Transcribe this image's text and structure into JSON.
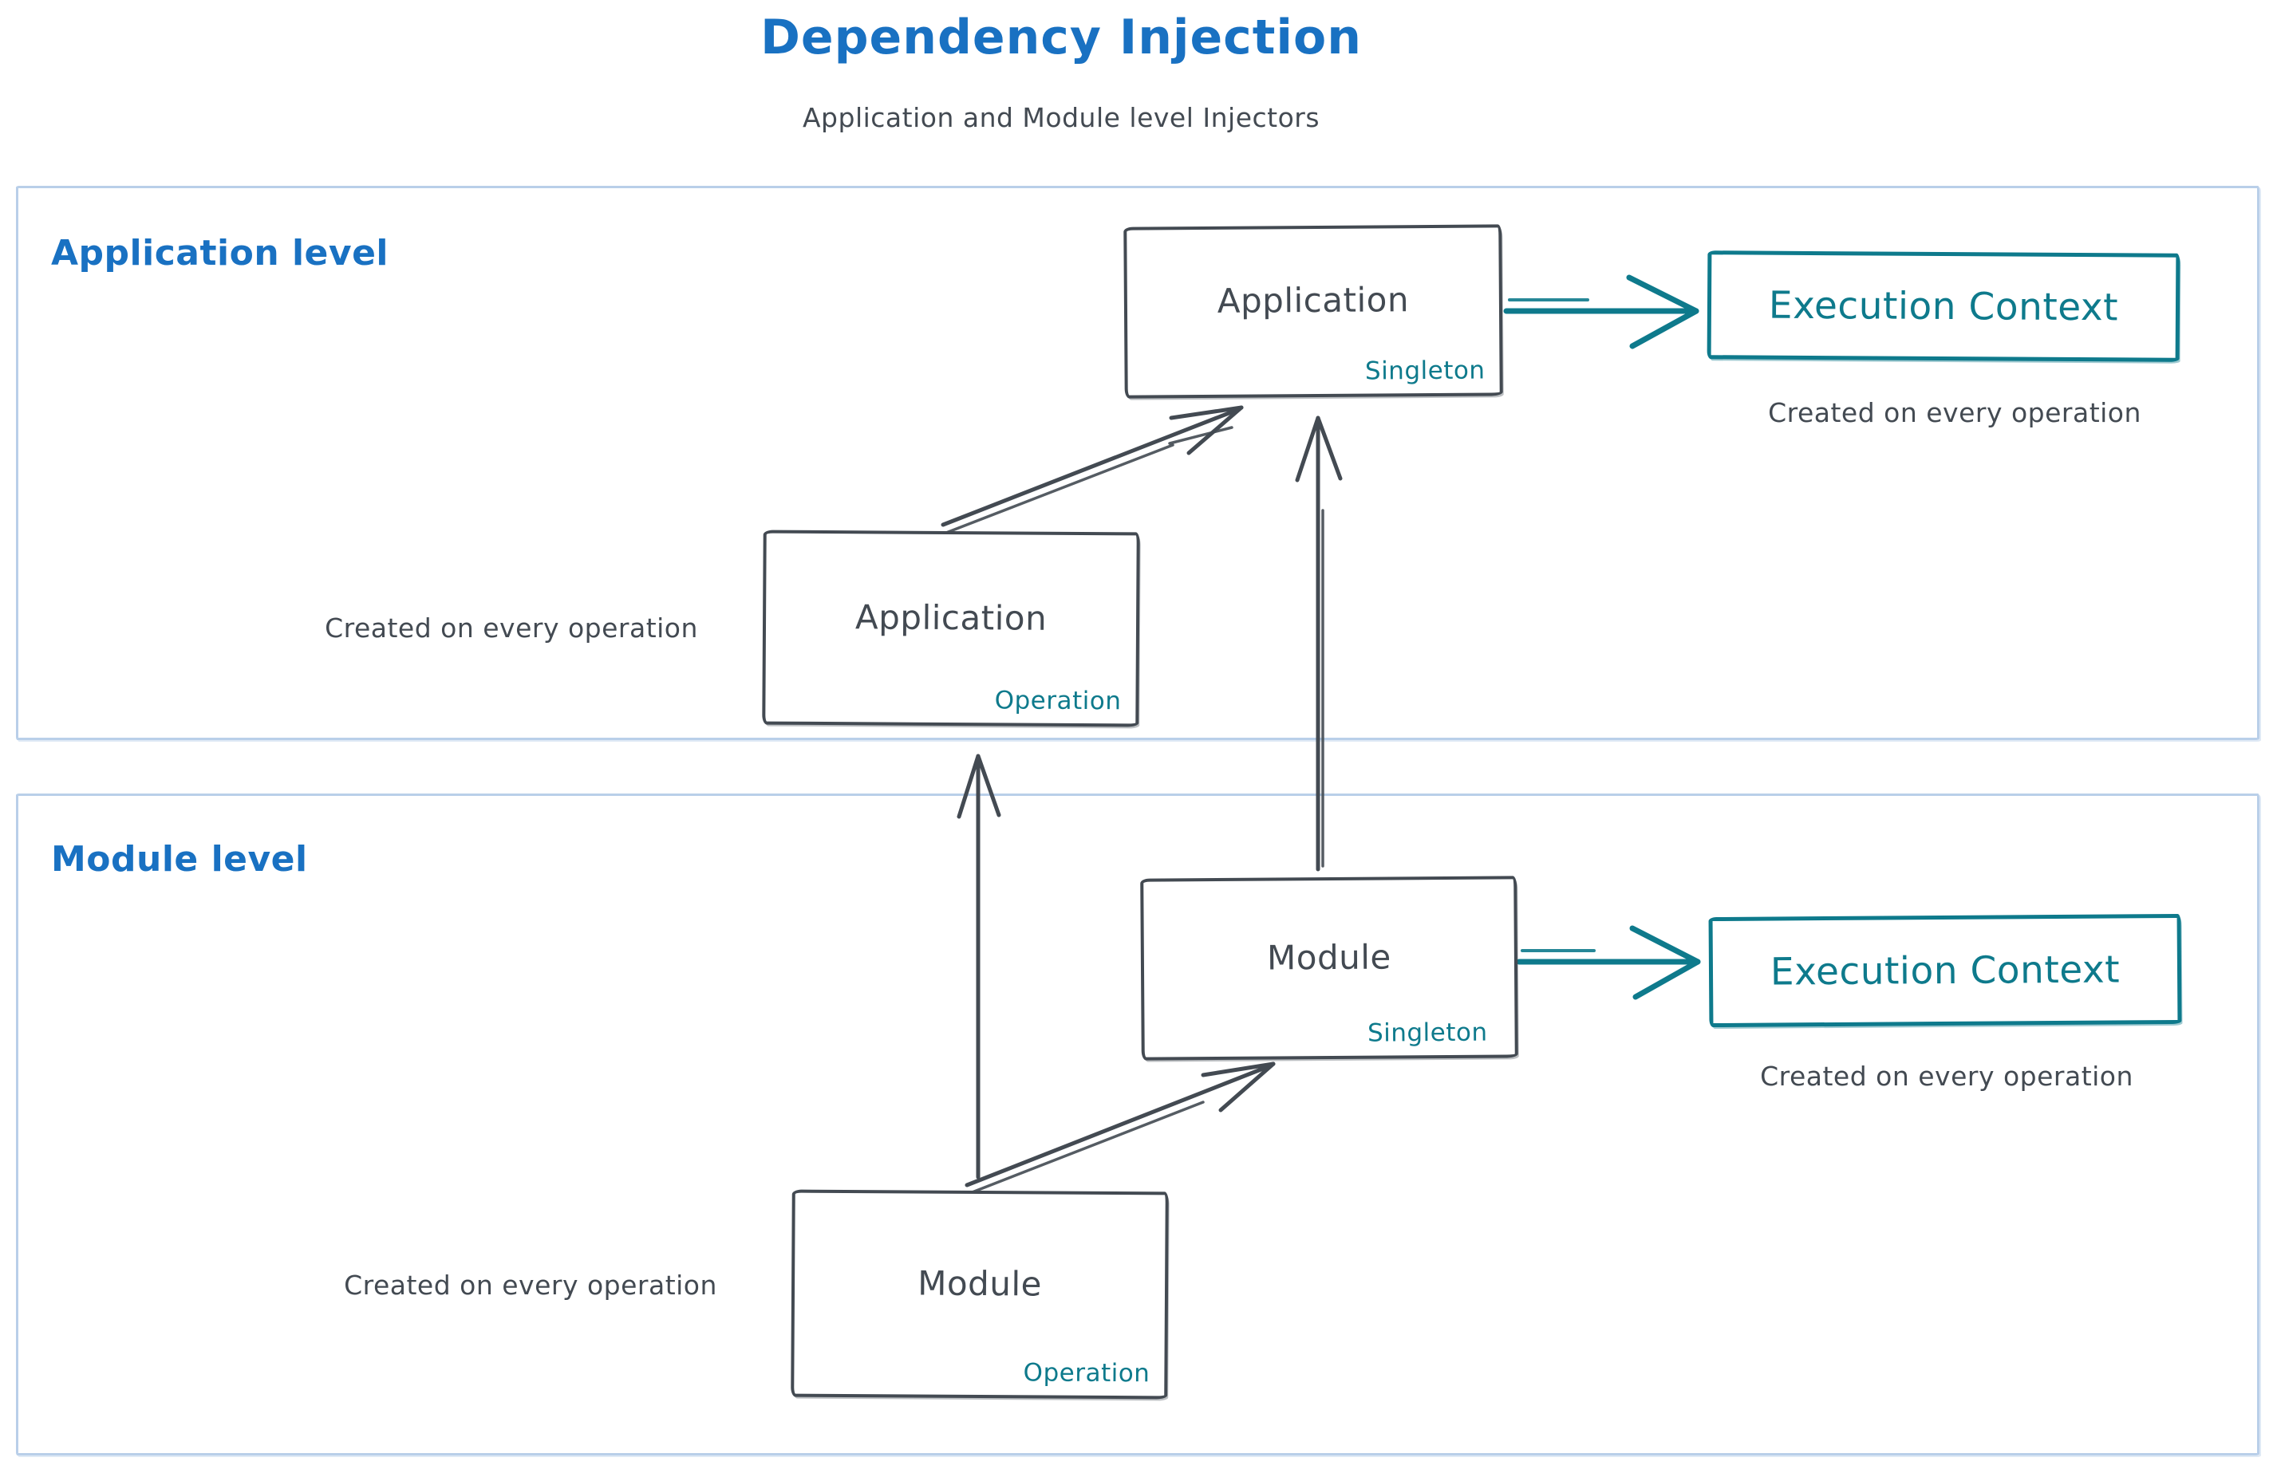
{
  "header": {
    "title": "Dependency Injection",
    "subtitle": "Application and Module level Injectors"
  },
  "colors": {
    "accent_blue": "#1971c2",
    "accent_teal": "#0e7a8c",
    "ink": "#434a52",
    "frame_blue": "#b9cfe9",
    "background": "#ffffff"
  },
  "sections": {
    "application": {
      "label": "Application level",
      "singleton": {
        "name": "Application",
        "scope": "Singleton"
      },
      "operation": {
        "name": "Application",
        "scope": "Operation",
        "caption": "Created on every operation"
      },
      "execution_context": {
        "name": "Execution Context",
        "caption": "Created on every operation"
      }
    },
    "module": {
      "label": "Module level",
      "singleton": {
        "name": "Module",
        "scope": "Singleton"
      },
      "operation": {
        "name": "Module",
        "scope": "Operation",
        "caption": "Created on every operation"
      },
      "execution_context": {
        "name": "Execution Context",
        "caption": "Created on every operation"
      }
    }
  },
  "arrows": {
    "app_singleton_to_exec": "application-singleton to execution-context",
    "module_singleton_to_exec": "module-singleton to execution-context",
    "app_operation_to_app_singleton": "application-operation to application-singleton",
    "module_singleton_to_app_singleton": "module-singleton to application-singleton",
    "module_operation_to_module_singleton": "module-operation to module-singleton",
    "module_operation_to_app_operation": "module-operation to application-operation"
  }
}
